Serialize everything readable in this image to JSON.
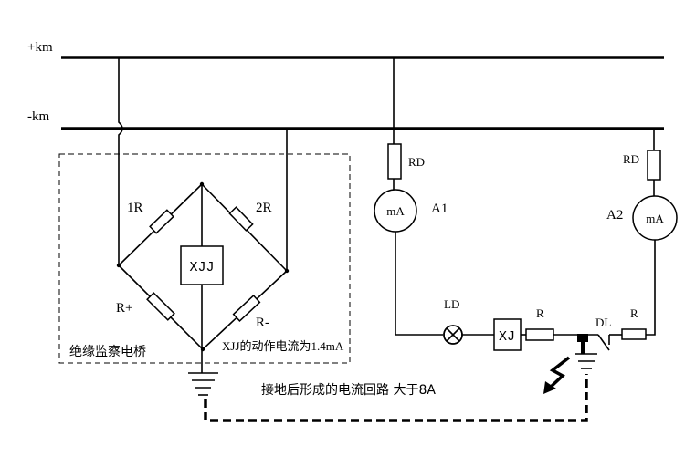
{
  "bus": {
    "positive": "+km",
    "negative": "-km"
  },
  "bridge": {
    "r1": "1R",
    "r2": "2R",
    "r_plus": "R+",
    "r_minus": "R-",
    "relay": "XJJ",
    "title": "绝缘监察电桥",
    "action_note": "XJJ的动作电流为1.4mA"
  },
  "branch_a1": {
    "fuse": "RD",
    "meter_unit": "mA",
    "meter_name": "A1"
  },
  "branch_a2": {
    "fuse": "RD",
    "meter_unit": "mA",
    "meter_name": "A2"
  },
  "loop": {
    "lamp": "LD",
    "relay": "XJ",
    "resistor": "R",
    "breaker": "DL",
    "resistor2": "R"
  },
  "fault_note": "接地后形成的电流回路 大于8A"
}
